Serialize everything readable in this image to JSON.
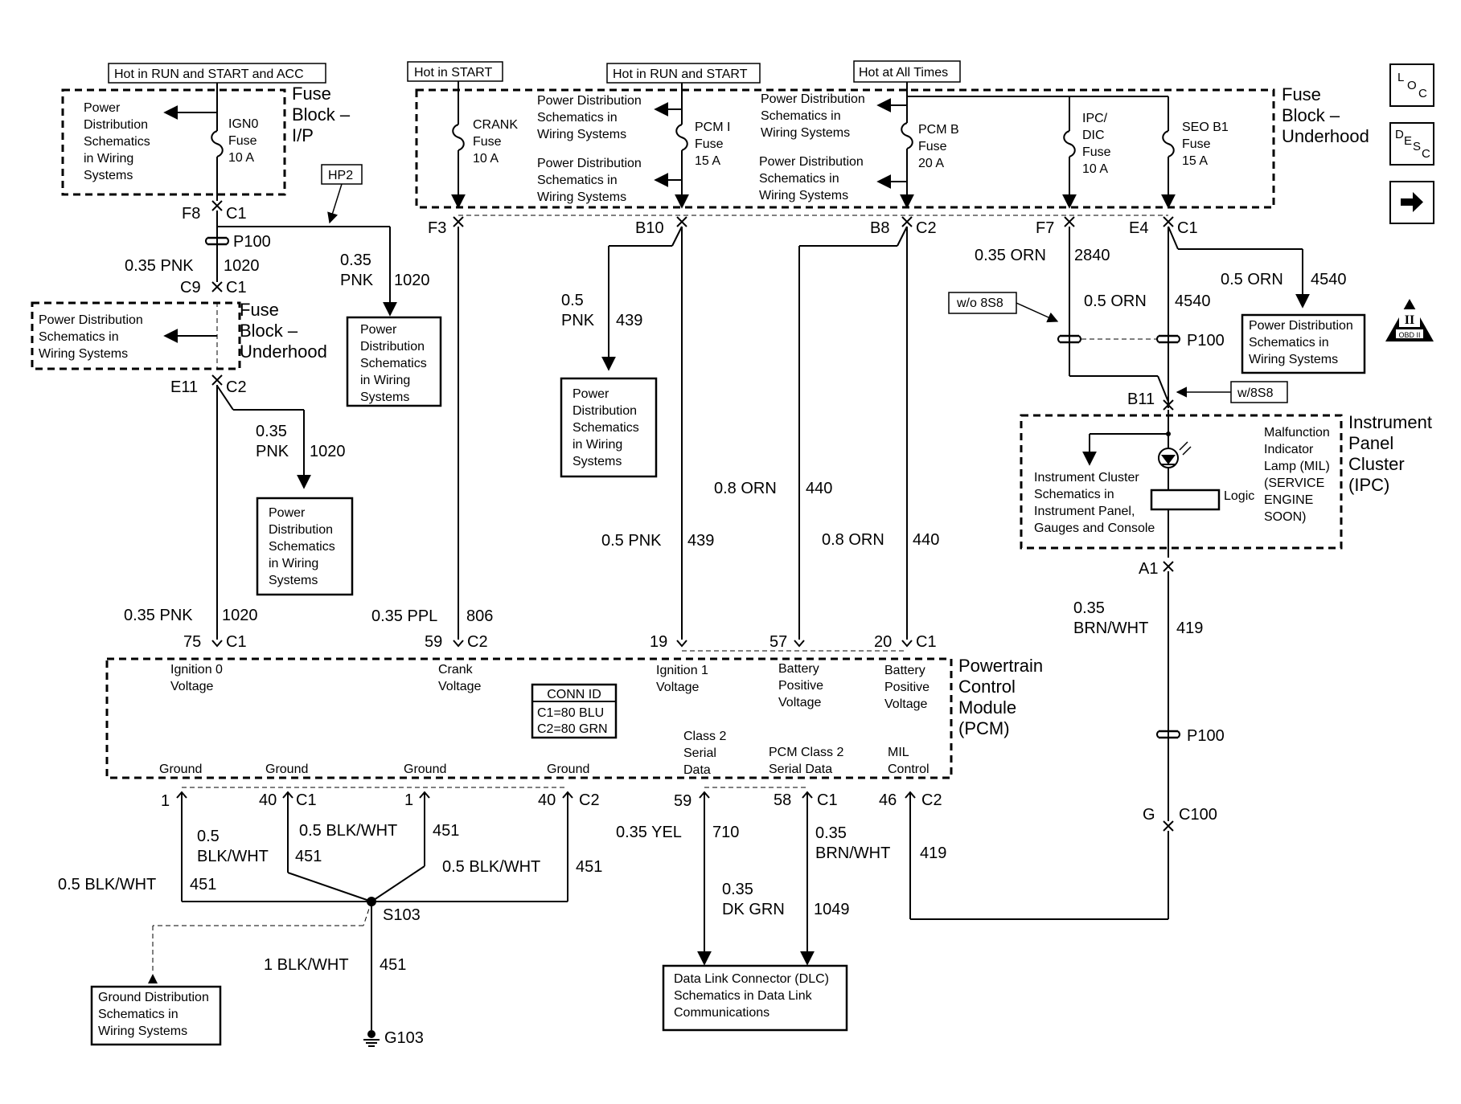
{
  "headers": {
    "hot_run_start_acc": "Hot in RUN and START and ACC",
    "hot_start": "Hot in START",
    "hot_run_start": "Hot in RUN and START",
    "hot_all_times": "Hot at All Times"
  },
  "fuse_block_ip": {
    "title": [
      "Fuse",
      "Block –",
      "I/P"
    ],
    "fuse_label": [
      "IGN0",
      "Fuse",
      "10 A"
    ],
    "pd_note": [
      "Power",
      "Distribution",
      "Schematics",
      "in Wiring",
      "Systems"
    ]
  },
  "fuse_block_underhood": {
    "title": [
      "Fuse",
      "Block –",
      "Underhood"
    ],
    "fuses": [
      [
        "CRANK",
        "Fuse",
        "10 A"
      ],
      [
        "PCM I",
        "Fuse",
        "15 A"
      ],
      [
        "PCM B",
        "Fuse",
        "20 A"
      ],
      [
        "IPC/",
        "DIC",
        "Fuse",
        "10 A"
      ],
      [
        "SEO B1",
        "Fuse",
        "15 A"
      ]
    ],
    "pd_notes": [
      [
        "Power Distribution",
        "Schematics in",
        "Wiring Systems"
      ],
      [
        "Power Distribution",
        "Schematics in",
        "Wiring Systems"
      ],
      [
        "Power Distribution",
        "Schematics in",
        "Wiring Systems"
      ],
      [
        "Power Distribution",
        "Schematics in",
        "Wiring Systems"
      ]
    ]
  },
  "fuse_block_underhood_mid": {
    "title": [
      "Fuse",
      "Block –",
      "Underhood"
    ],
    "pd_note": [
      "Power Distribution",
      "Schematics in",
      "Wiring Systems"
    ]
  },
  "connectors": {
    "f8": "F8",
    "c1": "C1",
    "c2": "C2",
    "p100": "P100",
    "c9": "C9",
    "e11": "E11",
    "f3": "F3",
    "b10": "B10",
    "b8": "B8",
    "f7": "F7",
    "e4": "E4",
    "b11": "B11",
    "a1": "A1",
    "g": "G",
    "c100": "C100",
    "s103": "S103",
    "g103": "G103",
    "hp2": "HP2",
    "w_o_8s8": "w/o 8S8",
    "w_8s8": "w/8S8",
    "pin_75": "75",
    "pin_59": "59",
    "pin_19": "19",
    "pin_57": "57",
    "pin_20": "20",
    "pin_1": "1",
    "pin_40": "40",
    "pin_58": "58",
    "pin_46": "46"
  },
  "wires": {
    "pnk_035": "0.35 PNK",
    "pnk_035_a": "0.35",
    "pnk": "PNK",
    "c1020": "1020",
    "ppl_035": "0.35 PPL",
    "c806": "806",
    "pnk_05_a": "0.5",
    "pnk_05": "0.5 PNK",
    "c439": "439",
    "orn_08": "0.8 ORN",
    "c440": "440",
    "orn_035": "0.35 ORN",
    "c2840": "2840",
    "orn_05": "0.5 ORN",
    "c4540": "4540",
    "brnwht_a": "0.35",
    "brnwht": "BRN/WHT",
    "c419": "419",
    "blkwht_05": "0.5 BLK/WHT",
    "blkwht_05_a": "0.5",
    "blkwht": "BLK/WHT",
    "c451": "451",
    "blkwht_1": "1 BLK/WHT",
    "yel_035": "0.35 YEL",
    "c710": "710",
    "dkgrn_a": "0.35",
    "dkgrn": "DK GRN",
    "c1049": "1049"
  },
  "boxes": {
    "pd_box": [
      "Power",
      "Distribution",
      "Schematics",
      "in Wiring",
      "Systems"
    ],
    "pd_box_wide": [
      "Power Distribution",
      "Schematics in",
      "Wiring Systems"
    ],
    "ground_dist": [
      "Ground Distribution",
      "Schematics in",
      "Wiring Systems"
    ],
    "dlc": [
      "Data Link Connector (DLC)",
      "Schematics in Data Link",
      "Communications"
    ]
  },
  "pcm": {
    "title": [
      "Powertrain",
      "Control",
      "Module",
      "(PCM)"
    ],
    "inputs": [
      [
        "Ignition 0",
        "Voltage"
      ],
      [
        "Crank",
        "Voltage"
      ],
      [
        "Ignition 1",
        "Voltage"
      ],
      [
        "Battery",
        "Positive",
        "Voltage"
      ],
      [
        "Battery",
        "Positive",
        "Voltage"
      ]
    ],
    "conn_id": {
      "title": "CONN ID",
      "c1": "C1=80 BLU",
      "c2": "C2=80 GRN"
    },
    "bottom": [
      "Ground",
      "Ground",
      "Ground",
      "Ground"
    ],
    "class2": [
      "Class 2",
      "Serial",
      "Data"
    ],
    "pcm_class2": [
      "PCM Class 2",
      "Serial Data"
    ],
    "mil": [
      "MIL",
      "Control"
    ]
  },
  "ipc": {
    "title": [
      "Instrument",
      "Panel",
      "Cluster",
      "(IPC)"
    ],
    "mil": [
      "Malfunction",
      "Indicator",
      "Lamp (MIL)",
      "(SERVICE",
      "ENGINE",
      "SOON)"
    ],
    "logic": "Logic",
    "ic_note": [
      "Instrument Cluster",
      "Schematics in",
      "Instrument Panel,",
      "Gauges and Console"
    ]
  },
  "obd": "OBD II",
  "nav": {
    "loc": [
      "L",
      "O",
      "C"
    ],
    "desc": [
      "D",
      "E",
      "S",
      "C"
    ],
    "next_arrow_icon": "right-arrow-icon"
  }
}
